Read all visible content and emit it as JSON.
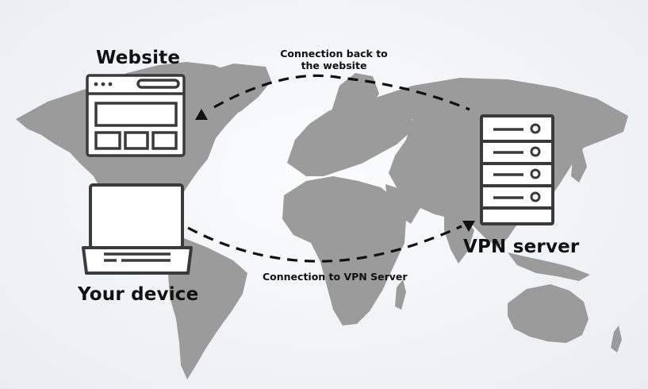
{
  "labels": {
    "website": "Website",
    "your_device": "Your device",
    "vpn_server": "VPN server",
    "connection_back": "Connection back to the website",
    "connection_to_vpn": "Connection to VPN Server"
  },
  "icons": [
    "website-icon",
    "laptop-icon",
    "server-icon",
    "arrow-up-icon",
    "arrow-down-icon",
    "world-map"
  ],
  "colors": {
    "map": "#9b9b9b",
    "icon_stroke": "#3a3a3a",
    "background": "#f3f5f7",
    "text": "#111111"
  }
}
